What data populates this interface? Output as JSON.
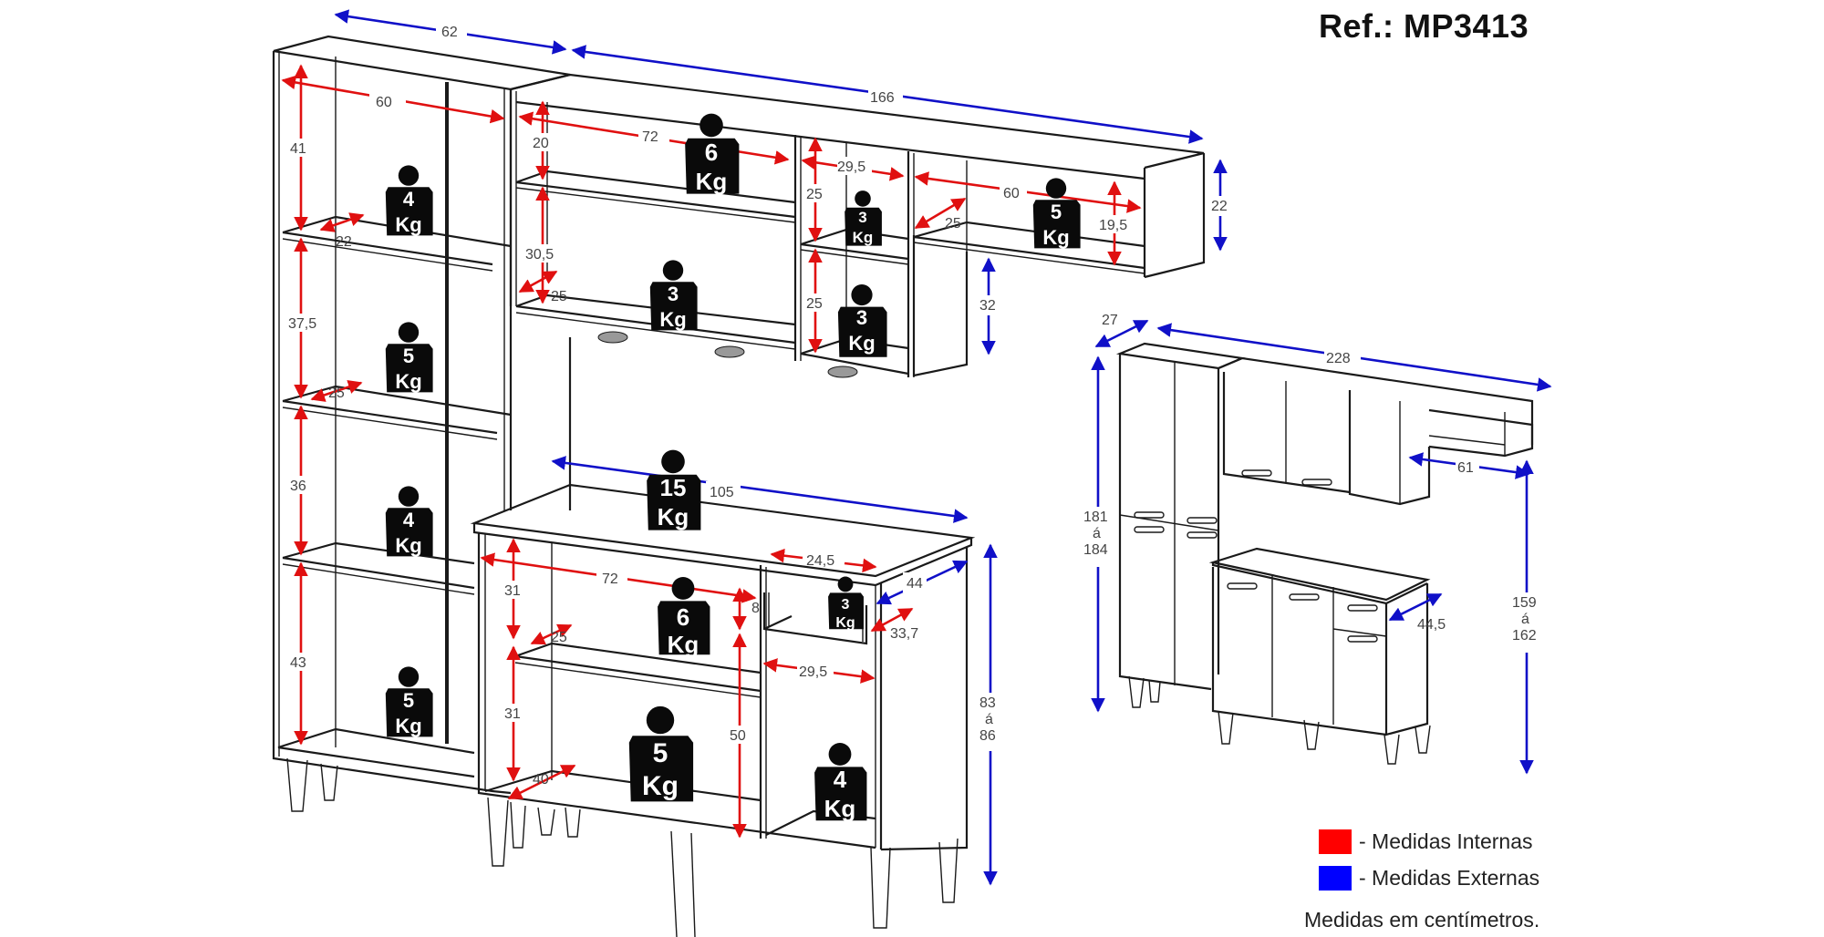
{
  "header": {
    "reference": "Ref.: MP3413"
  },
  "legend": {
    "items": [
      {
        "color": "#ff0000",
        "label": "- Medidas Internas"
      },
      {
        "color": "#0000ff",
        "label": "- Medidas Externas"
      }
    ],
    "unit_note": "Medidas em centímetros."
  },
  "colors": {
    "internal": "#e01010",
    "external": "#1010c8",
    "weight_tag": "#0a0a0a"
  },
  "main_drawing": {
    "external_dims": {
      "tall_width": "62",
      "upper_width": "166",
      "upper_height": "22",
      "upper_gap": "32",
      "counter_width": "105",
      "counter_depth": "44",
      "counter_height_line1": "83",
      "counter_height_line2": "á",
      "counter_height_line3": "86"
    },
    "internal_dims": {
      "tall_inner_width": "60",
      "tall_sh1": "41",
      "tall_depth1": "22",
      "tall_sh2": "37,5",
      "tall_depth2": "25",
      "tall_sh3": "36",
      "tall_sh4": "43",
      "upper_width_a": "72",
      "upper_h_a": "20",
      "upper_h_b": "30,5",
      "upper_depth_a": "25",
      "upper_width_b": "29,5",
      "upper_h_c": "25",
      "upper_h_d": "25",
      "upper_width_c": "60",
      "upper_depth_c": "25",
      "upper_h_e": "19,5",
      "counter_inner_width": "72",
      "counter_h_a": "31",
      "counter_h_b": "31",
      "counter_depth_a": "25",
      "counter_depth_b": "40",
      "drawer_width": "24,5",
      "drawer_height": "8",
      "drawer_depth": "33,7",
      "counter_side_width": "29,5",
      "counter_side_height": "50"
    },
    "weights": [
      {
        "id": "tall-1",
        "num": "4",
        "unit": "Kg"
      },
      {
        "id": "tall-2",
        "num": "5",
        "unit": "Kg"
      },
      {
        "id": "tall-3",
        "num": "4",
        "unit": "Kg"
      },
      {
        "id": "tall-4",
        "num": "5",
        "unit": "Kg"
      },
      {
        "id": "upper-1",
        "num": "6",
        "unit": "Kg"
      },
      {
        "id": "upper-2",
        "num": "3",
        "unit": "Kg"
      },
      {
        "id": "upper-3",
        "num": "3",
        "unit": "Kg"
      },
      {
        "id": "upper-4",
        "num": "3",
        "unit": "Kg"
      },
      {
        "id": "upper-5",
        "num": "5",
        "unit": "Kg"
      },
      {
        "id": "top",
        "num": "15",
        "unit": "Kg"
      },
      {
        "id": "counter-1",
        "num": "6",
        "unit": "Kg"
      },
      {
        "id": "drawer",
        "num": "3",
        "unit": "Kg"
      },
      {
        "id": "counter-2",
        "num": "5",
        "unit": "Kg"
      },
      {
        "id": "counter-3",
        "num": "4",
        "unit": "Kg"
      }
    ]
  },
  "overview_drawing": {
    "depth": "27",
    "total_width": "228",
    "height_line1": "181",
    "height_line2": "á",
    "height_line3": "184",
    "upper_shelf_width": "61",
    "counter_depth": "44,5",
    "upper_height_line1": "159",
    "upper_height_line2": "á",
    "upper_height_line3": "162"
  }
}
